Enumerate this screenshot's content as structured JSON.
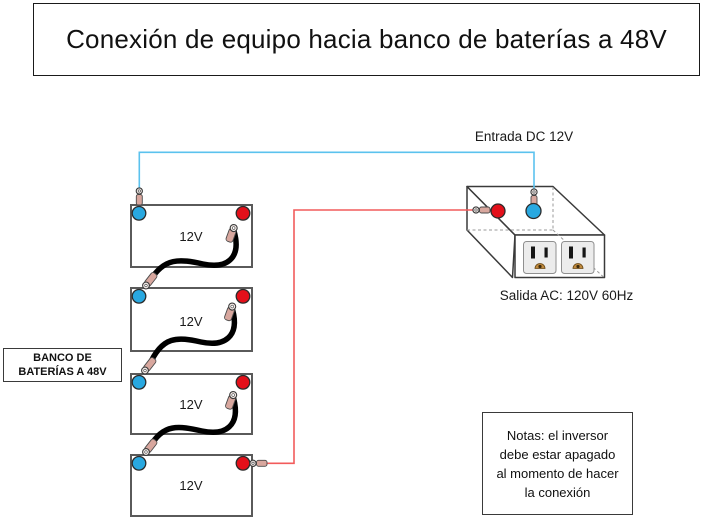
{
  "title": "Conexión de equipo hacia banco de baterías a 48V",
  "bank_label": {
    "lines": [
      "BANCO DE",
      "BATERÍAS A 48V"
    ]
  },
  "batteries": [
    {
      "label": "12V"
    },
    {
      "label": "12V"
    },
    {
      "label": "12V"
    },
    {
      "label": "12V"
    }
  ],
  "inverter": {
    "input_label": "Entrada DC 12V",
    "output_label": "Salida AC: 120V 60Hz"
  },
  "notes": {
    "lines": [
      "Notas: el inversor",
      "debe estar apagado",
      "al momento de hacer",
      "la conexión"
    ]
  },
  "colors": {
    "negative_terminal": "#29a8e0",
    "positive_terminal": "#e3101a",
    "negative_wire": "#5bc2ee",
    "positive_wire": "#f25b5b",
    "jumper_cable": "#000000"
  }
}
